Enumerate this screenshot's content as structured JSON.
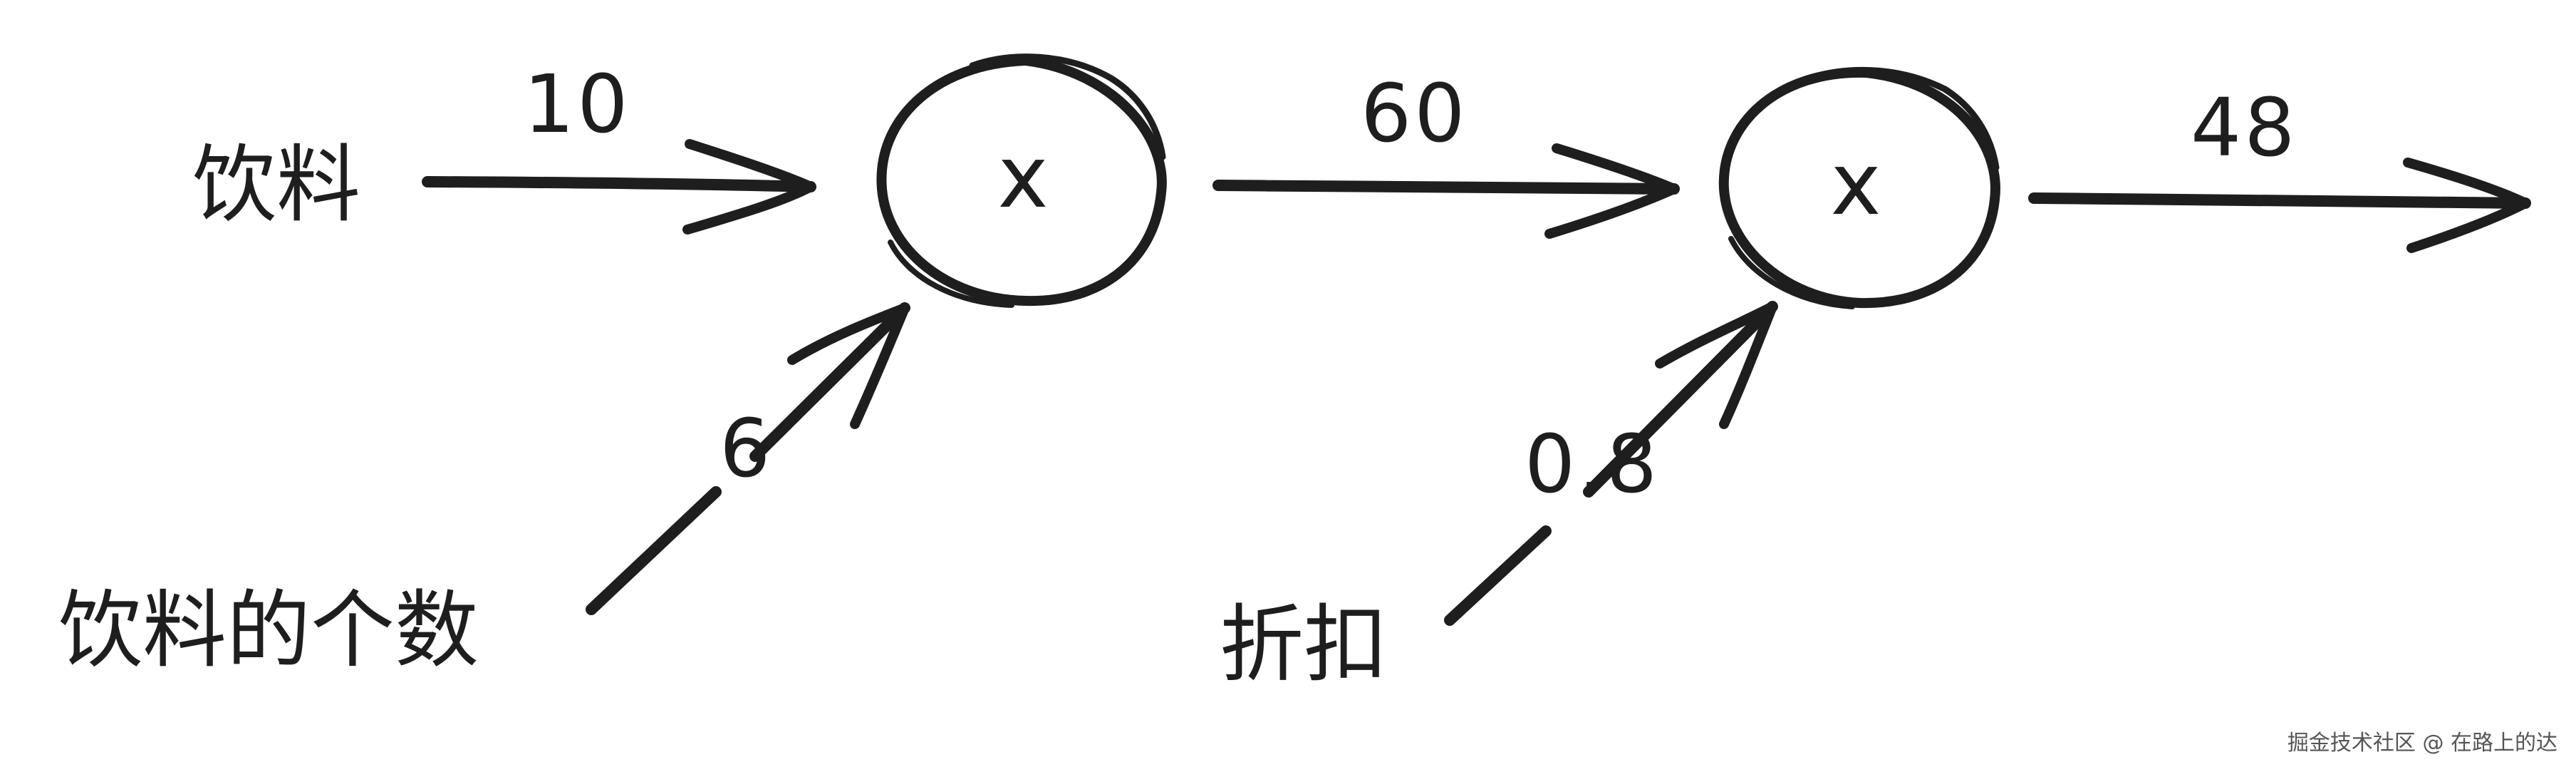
{
  "nodes": [
    {
      "id": "mult1",
      "symbol": "x"
    },
    {
      "id": "mult2",
      "symbol": "x"
    }
  ],
  "inputs": {
    "drink": {
      "label": "饮料",
      "value": "10"
    },
    "drink_count": {
      "label": "饮料的个数",
      "value": "6"
    },
    "discount": {
      "label": "折扣",
      "value": "0.8"
    }
  },
  "intermediate": {
    "value": "60"
  },
  "output": {
    "value": "48"
  },
  "watermark": "掘金技术社区 @ 在路上的达",
  "colors": {
    "ink": "#1e1e1e",
    "background": "#ffffff"
  }
}
